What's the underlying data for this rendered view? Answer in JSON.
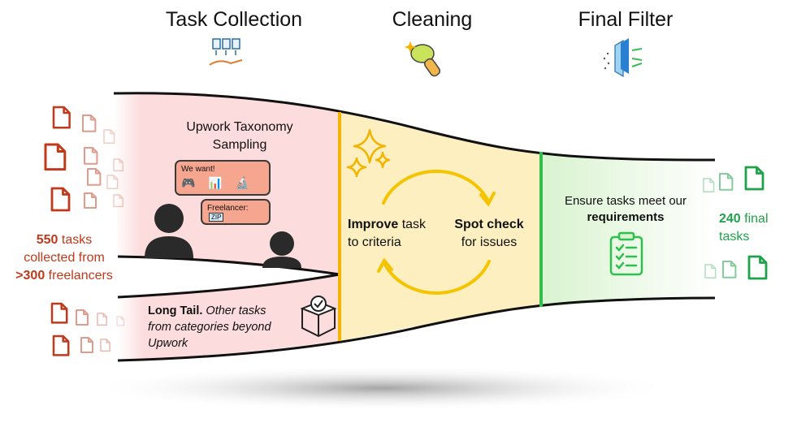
{
  "stages": {
    "collection": {
      "title": "Task Collection",
      "icon": "documents-hand-icon"
    },
    "cleaning": {
      "title": "Cleaning",
      "icon": "cleaning-cloth-icon"
    },
    "final": {
      "title": "Final Filter",
      "icon": "filter-panel-icon"
    }
  },
  "input_count": {
    "number": "550",
    "line1_suffix": "tasks",
    "line2": "collected from",
    "number2": ">300",
    "line3_suffix": "freelancers"
  },
  "upwork": {
    "title_line1": "Upwork Taxonomy",
    "title_line2": "Sampling",
    "bubble_client": "We want!",
    "bubble_freelancer": "Freelancer:",
    "zip_label": "ZIP"
  },
  "long_tail": {
    "bold": "Long Tail.",
    "italic_1": "Other tasks",
    "italic_2": "from categories beyond",
    "italic_3": "Upwork"
  },
  "cleaning_steps": {
    "improve_bold": "Improve",
    "improve_rest": "task",
    "improve_line2": "to criteria",
    "spot_bold": "Spot check",
    "spot_line2": "for issues"
  },
  "final_filter": {
    "line1": "Ensure tasks meet our",
    "line2_bold": "requirements"
  },
  "output_count": {
    "number": "240",
    "line1_suffix": "final",
    "line2": "tasks"
  },
  "colors": {
    "collection_fill": "#fcdcdc",
    "cleaning_fill": "#fdefc0",
    "final_fill": "#d9f3cf",
    "cleaning_border": "#f2b400",
    "final_border": "#2ebf4f",
    "input_red": "#c0391b",
    "output_green": "#1fa34a"
  }
}
